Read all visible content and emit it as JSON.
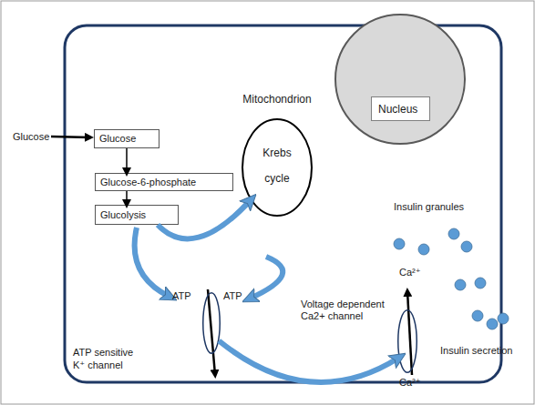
{
  "diagram": {
    "nodes": [
      {
        "text": [
          "Glucose"
        ]
      },
      {
        "text": [
          "Glucose-6-phosphate"
        ]
      },
      {
        "text": [
          "Glucolysis"
        ]
      },
      {
        "text": [
          "Mitochondrion",
          "Krebs cycle"
        ]
      },
      {
        "text": [
          "Nucleus"
        ]
      },
      {
        "text": [
          "ATP sensitive K⁺ channel"
        ]
      },
      {
        "text": [
          "Voltage dependent Ca2+ channel"
        ]
      }
    ],
    "edges": [
      {
        "from": 0,
        "to": 1,
        "arrow": "to"
      },
      {
        "from": 1,
        "to": 2,
        "arrow": "to"
      },
      {
        "from": 2,
        "to": 3,
        "arrow": "to"
      },
      {
        "from": 5,
        "to": 6,
        "arrow": "to"
      }
    ],
    "labels": [
      "Glucose",
      "ATP",
      "ATP",
      "Insulin granules",
      "Ca²⁺",
      "Ca²⁺",
      "Insulin secretion"
    ]
  }
}
